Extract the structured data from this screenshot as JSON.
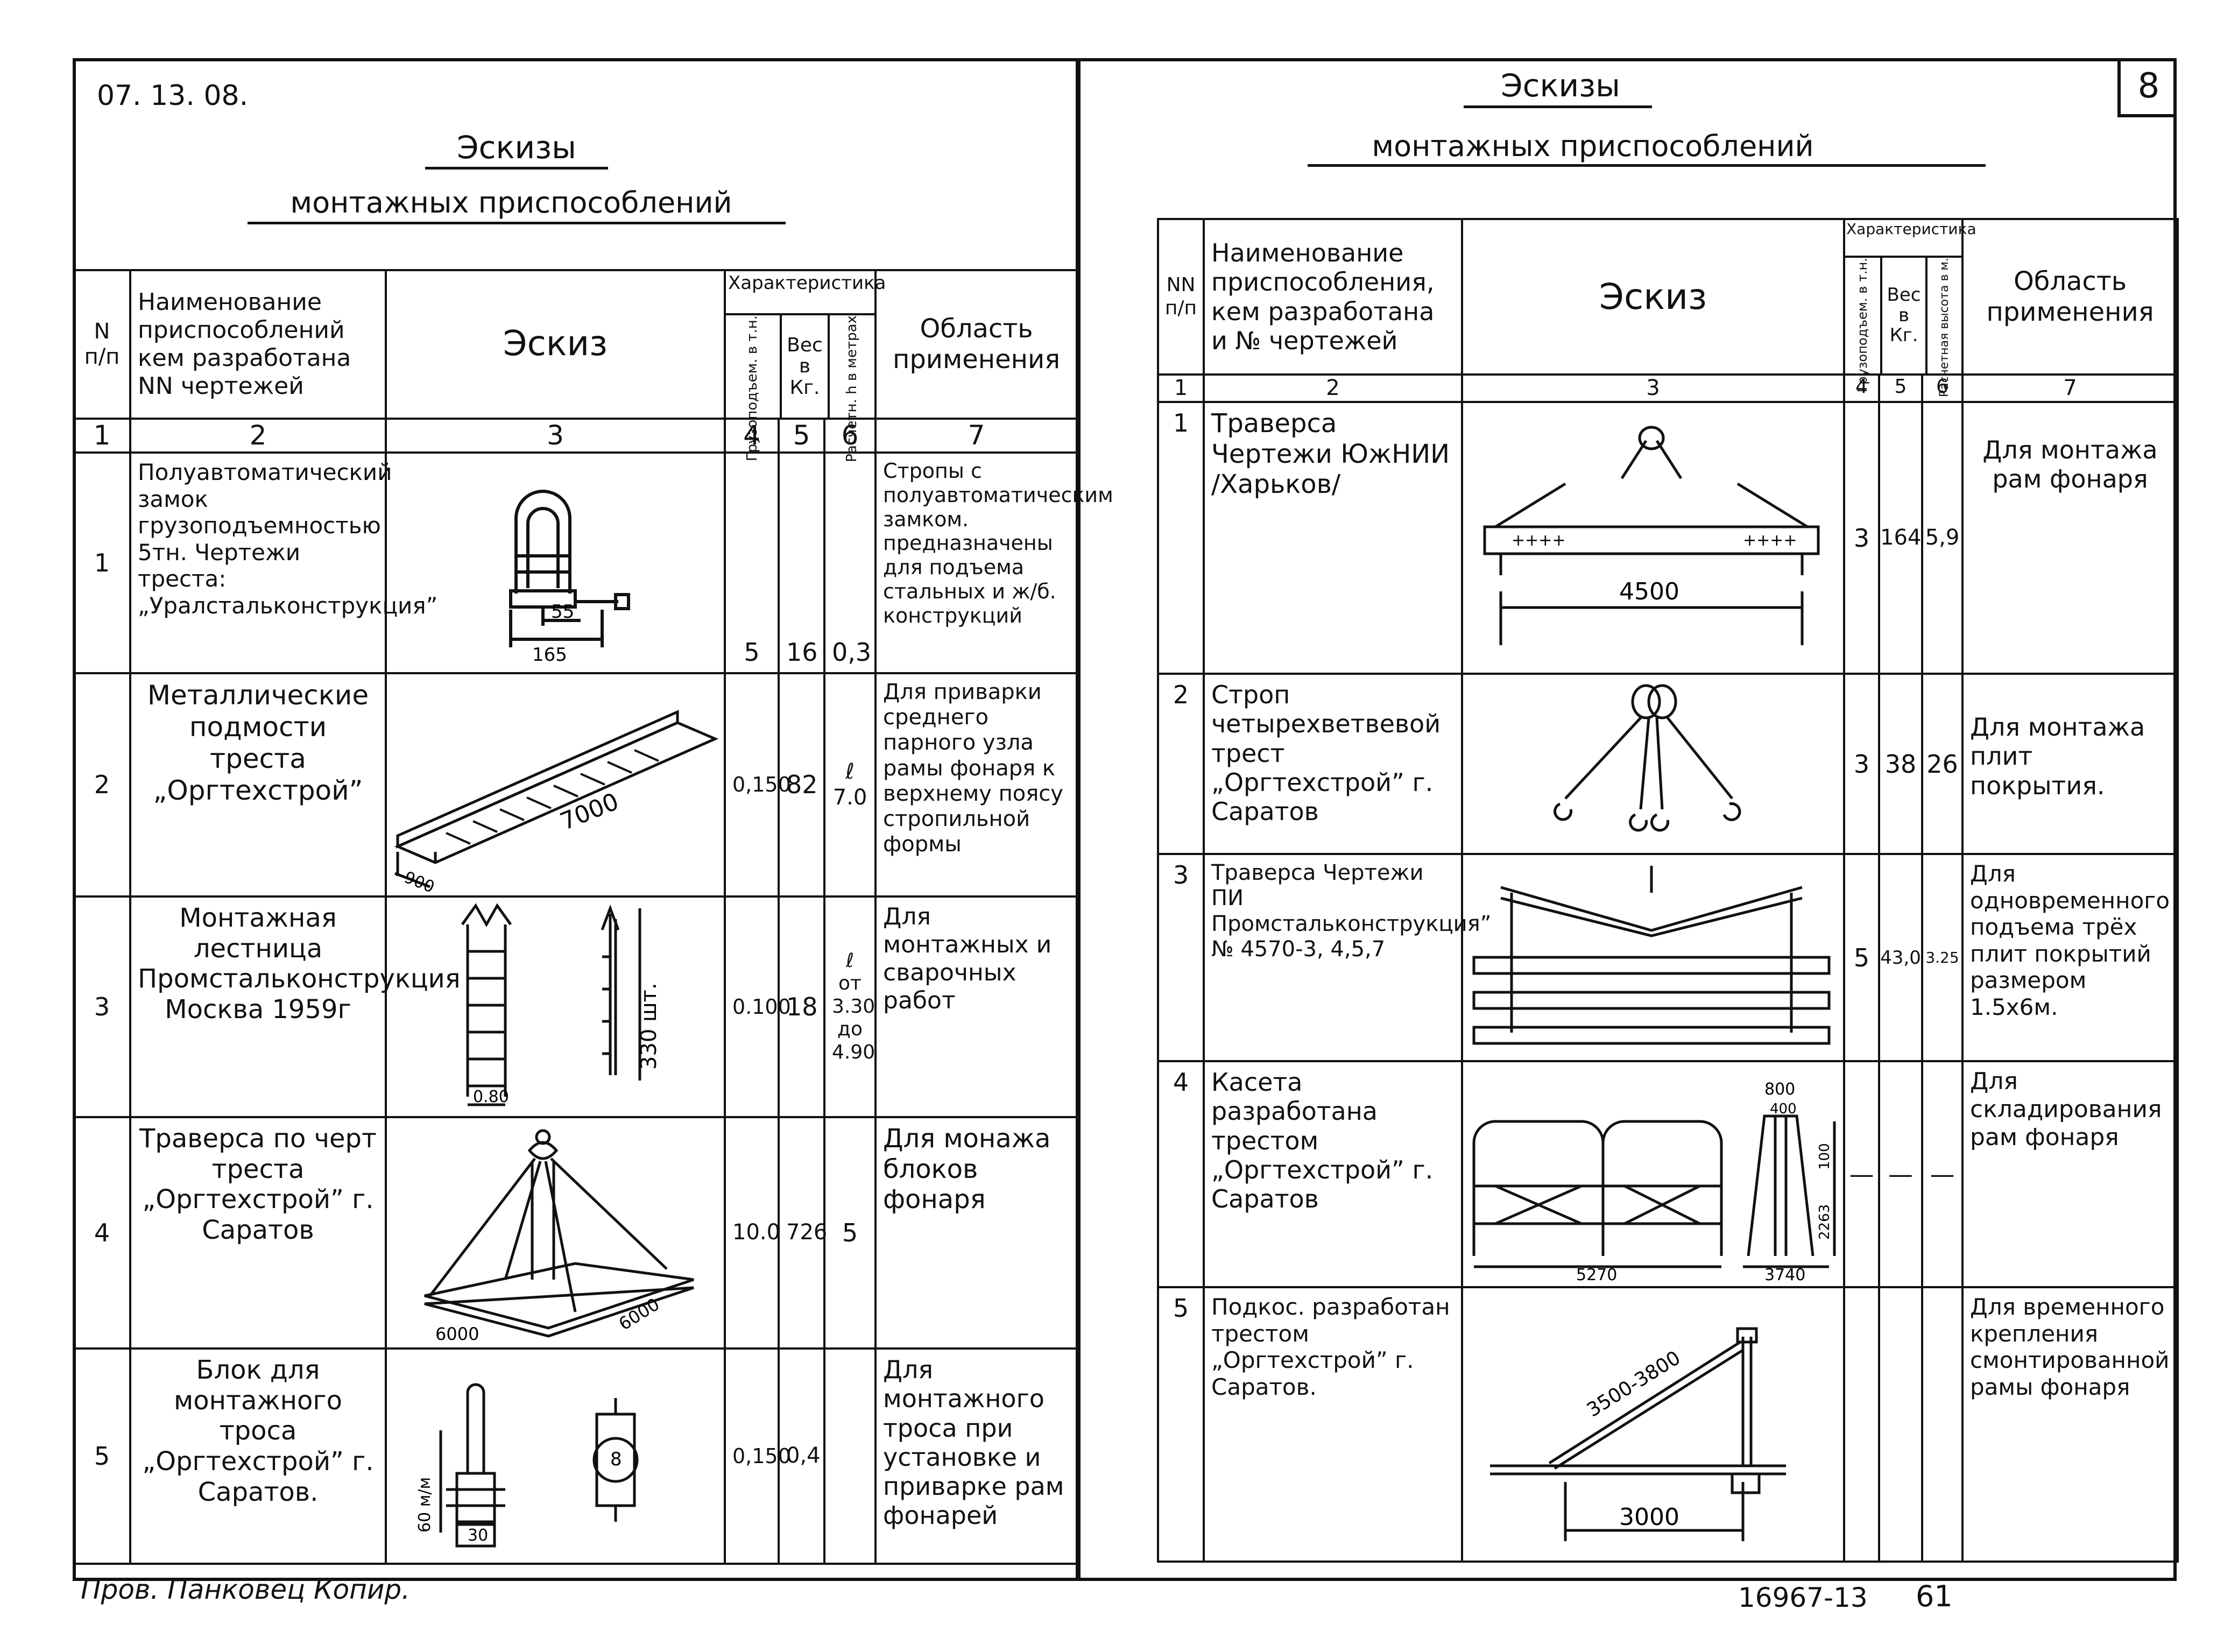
{
  "left_sheet": {
    "code": "07. 13. 08.",
    "title": "Эскизы",
    "subtitle": "монтажных приспособлений",
    "headers": {
      "num": "N п/п",
      "name": "Наименование приспособлений кем разработана NN чертежей",
      "sketch": "Эскиз",
      "characteristics": "Характеристика",
      "load": "Грузоподъем. в т.н.",
      "weight": "Вес в Кг.",
      "calc": "Расчетн. h в метрах",
      "area": "Область применения"
    },
    "colnums": [
      "1",
      "2",
      "3",
      "4",
      "5",
      "6",
      "7"
    ],
    "rows": [
      {
        "n": "1",
        "name": "Полуавтоматический замок грузоподъемностью 5тн. Чертежи треста: „Уралстальконструкция”",
        "load": "5",
        "weight": "16",
        "calc": "0,3",
        "area": "Стропы с полуавтоматическим замком. предназначены для подъема стальных и ж/б. конструкций",
        "dims": [
          "55",
          "165"
        ]
      },
      {
        "n": "2",
        "name": "Металлические подмости треста „Оргтехстрой”",
        "load": "0,150",
        "weight": "82",
        "calc": "ℓ 7.0",
        "area": "Для приварки среднего парного узла рамы фонаря к верхнему поясу стропильной формы",
        "dims": [
          "7000",
          "900"
        ]
      },
      {
        "n": "3",
        "name": "Монтажная лестница Промстальконструкция Москва 1959г",
        "load": "0.100",
        "weight": "18",
        "calc": "ℓ от 3.30 до 4.90",
        "area": "Для монтажных и сварочных работ",
        "dims": [
          "330 шт.",
          "0.80"
        ]
      },
      {
        "n": "4",
        "name": "Траверса по черт треста „Оргтехстрой” г. Саратов",
        "load": "10.0",
        "weight": "726",
        "calc": "5",
        "area": "Для монажа блоков фонаря",
        "dims": [
          "6000",
          "6000"
        ]
      },
      {
        "n": "5",
        "name": "Блок для монтажного троса „Оргтехстрой” г. Саратов.",
        "load": "0,150",
        "weight": "0,4",
        "calc": "",
        "area": "Для монтажного троса при установке и приварке рам фонарей",
        "dims": [
          "60 м/м",
          "30",
          "8"
        ]
      }
    ],
    "footer": "Пров. Панковец Копир."
  },
  "right_sheet": {
    "page_number": "8",
    "title": "Эскизы",
    "subtitle": "монтажных приспособлений",
    "headers": {
      "num": "NN п/п",
      "name": "Наименование приспособления, кем разработана и № чертежей",
      "sketch": "Эскиз",
      "characteristics": "Характеристика",
      "load": "Грузоподъем. в т.н.",
      "weight": "Вес в Кг.",
      "calc": "Расчетная высота в м.",
      "area": "Область применения"
    },
    "colnums": [
      "1",
      "2",
      "3",
      "4",
      "5",
      "6",
      "7"
    ],
    "rows": [
      {
        "n": "1",
        "name": "Траверса Чертежи ЮжНИИ /Харьков/",
        "load": "3",
        "weight": "164",
        "calc": "5,9",
        "area": "Для монтажа рам фонаря",
        "dims": [
          "4500"
        ]
      },
      {
        "n": "2",
        "name": "Строп четырехветвевой трест „Оргтехстрой” г. Саратов",
        "load": "3",
        "weight": "38",
        "calc": "26",
        "area": "Для монтажа плит покрытия."
      },
      {
        "n": "3",
        "name": "Траверса Чертежи ПИ Промстальконструкция” № 4570-3, 4,5,7",
        "load": "5",
        "weight": "43,0",
        "calc": "3.25",
        "area": "Для одновременного подъема трёх плит покрытий размером 1.5х6м."
      },
      {
        "n": "4",
        "name": "Касета разработана трестом „Оргтехстрой” г. Саратов",
        "load": "—",
        "weight": "—",
        "calc": "—",
        "area": "Для складирования рам фонаря",
        "dims": [
          "800",
          "400",
          "100",
          "2263",
          "5270",
          "3740"
        ]
      },
      {
        "n": "5",
        "name": "Подкос. разработан трестом „Оргтехстрой” г. Саратов.",
        "load": "",
        "weight": "",
        "calc": "",
        "area": "Для временного крепления смонтированной рамы фонаря",
        "dims": [
          "3500-3800",
          "3000"
        ]
      }
    ],
    "footer_code": "16967-13",
    "footer_page": "61"
  }
}
